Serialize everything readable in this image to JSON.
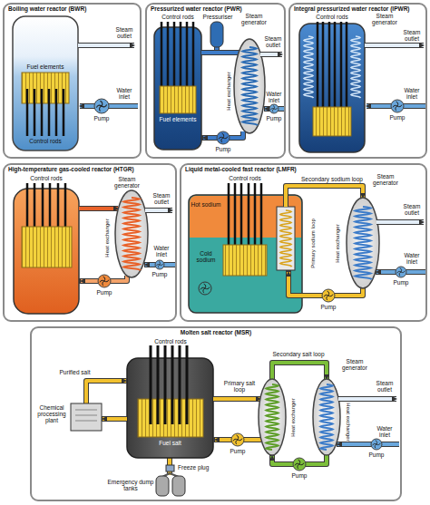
{
  "diagram": {
    "nodes": [
      {
        "text": [
          "Boiling water reactor (BWR)"
        ]
      },
      {
        "text": [
          "Pressurized water reactor (PWR)"
        ]
      },
      {
        "text": [
          "Integral pressurized water reactor (IPWR)"
        ]
      },
      {
        "text": [
          "High-temperature gas-cooled reactor (HTGR)"
        ]
      },
      {
        "text": [
          "Liquid metal-cooled fast reactor (LMFR)"
        ]
      },
      {
        "text": [
          "Molten salt reactor (MSR)"
        ]
      }
    ],
    "labels": [
      "Fuel elements",
      "Control rods",
      "Steam outlet",
      "Pump",
      "Water inlet",
      "Control rods",
      "Pressuriser",
      "Steam generator",
      "Steam outlet",
      "Fuel elements",
      "Heat exchanger",
      "Pump",
      "Pump",
      "Water inlet",
      "Control rods",
      "Steam generator",
      "Steam outlet",
      "Pump",
      "Water inlet",
      "Control rods",
      "Steam generator",
      "Steam outlet",
      "Heat exchanger",
      "Pump",
      "Pump",
      "Water inlet",
      "Control rods",
      "Secondary sodium loop",
      "Steam generator",
      "Steam outlet",
      "Hot sodium",
      "Cold sodium",
      "Primary sodium loop",
      "Heat exchanger",
      "Pump",
      "Pump",
      "Water inlet",
      "Control rods",
      "Purified salt",
      "Primary salt loop",
      "Secondary salt loop",
      "Steam generator",
      "Steam outlet",
      "Chemical processing plant",
      "Heat exchanger",
      "Heat exchanger",
      "Fuel salt",
      "Pump",
      "Pump",
      "Pump",
      "Water inlet",
      "Emergency dump tanks",
      "Freeze plug"
    ]
  }
}
